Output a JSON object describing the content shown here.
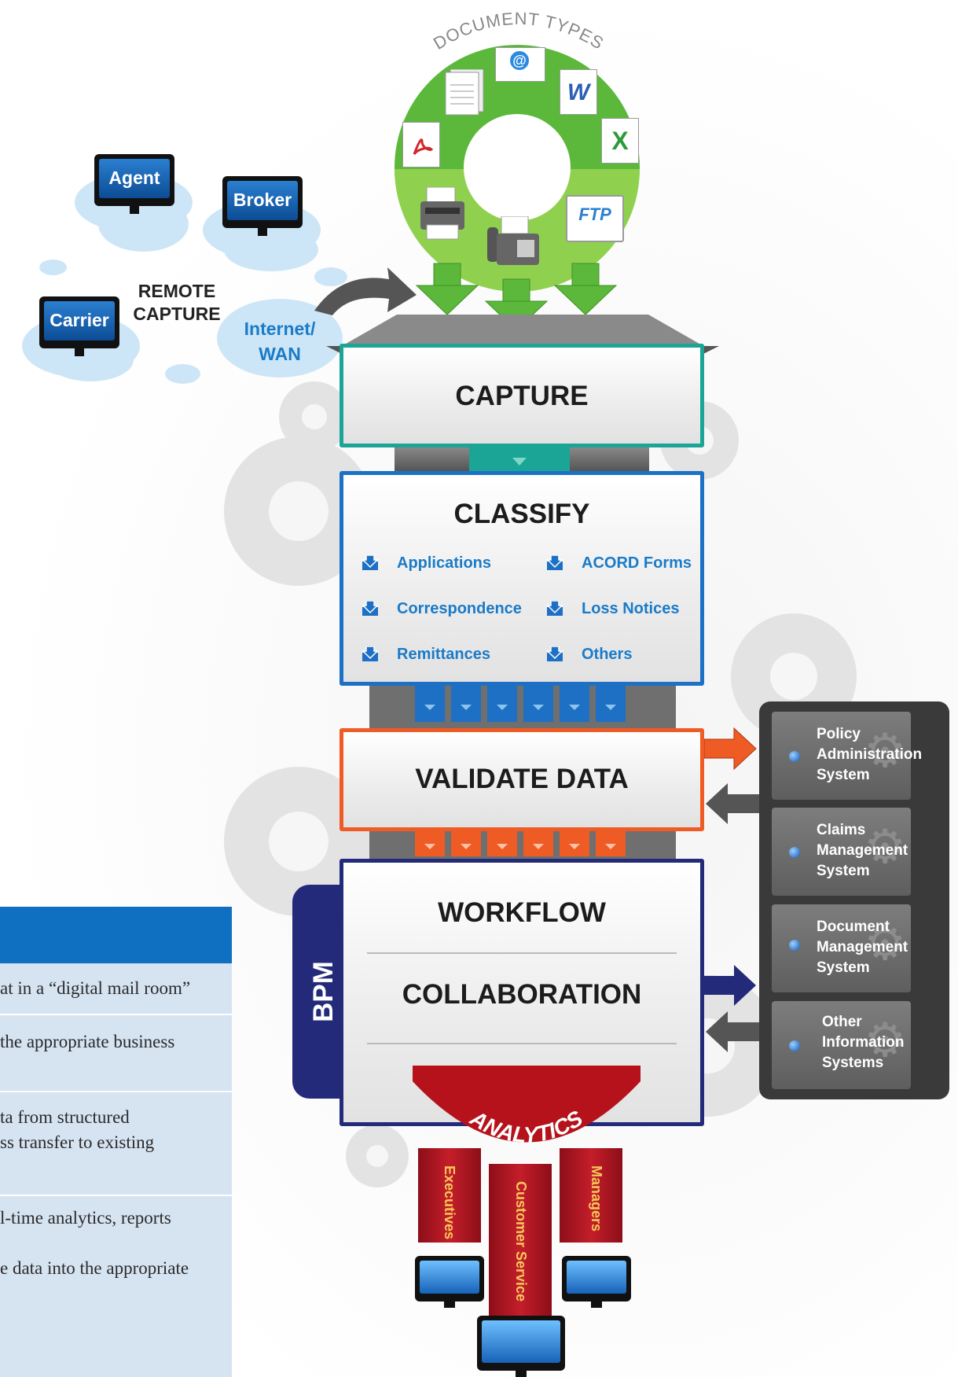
{
  "document_types_label": "DOCUMENT TYPES",
  "remote": {
    "agent": "Agent",
    "broker": "Broker",
    "carrier": "Carrier",
    "remote_capture": [
      "REMOTE",
      "CAPTURE"
    ],
    "internet_wan": [
      "Internet/",
      "WAN"
    ]
  },
  "icons": {
    "email_symbol": "@",
    "word_letter": "W",
    "excel_letter": "X",
    "ftp_label": "FTP"
  },
  "stages": {
    "capture": "CAPTURE",
    "classify": "CLASSIFY",
    "validate": "VALIDATE DATA",
    "workflow": "WORKFLOW",
    "collaboration": "COLLABORATION",
    "bpm": "BPM"
  },
  "classify_items": [
    "Applications",
    "ACORD Forms",
    "Correspondence",
    "Loss Notices",
    "Remittances",
    "Others"
  ],
  "systems": [
    [
      "Policy",
      "Administration",
      "System"
    ],
    [
      "Claims",
      "Management",
      "System"
    ],
    [
      "Document",
      "Management",
      "System"
    ],
    [
      "Other",
      "Information",
      "Systems"
    ]
  ],
  "analytics": {
    "title": "ANALYTICS",
    "executives": "Executives",
    "customer_service": "Customer Service",
    "managers": "Managers"
  },
  "panel_rows": [
    [
      "at in a “digital mail room”"
    ],
    [
      "the appropriate business"
    ],
    [
      "ta from structured",
      "ss transfer to existing"
    ],
    [
      "l-time analytics, reports",
      "",
      "e data into the appropriate"
    ]
  ],
  "colors": {
    "capture": "#1aa596",
    "classify": "#1d70c4",
    "validate": "#ef5b25",
    "workflow": "#232a7a",
    "analytics": "#b5121b",
    "green": "#5cb83a",
    "panel_head": "#0f6fc0",
    "panel_body": "#d6e3f1"
  }
}
